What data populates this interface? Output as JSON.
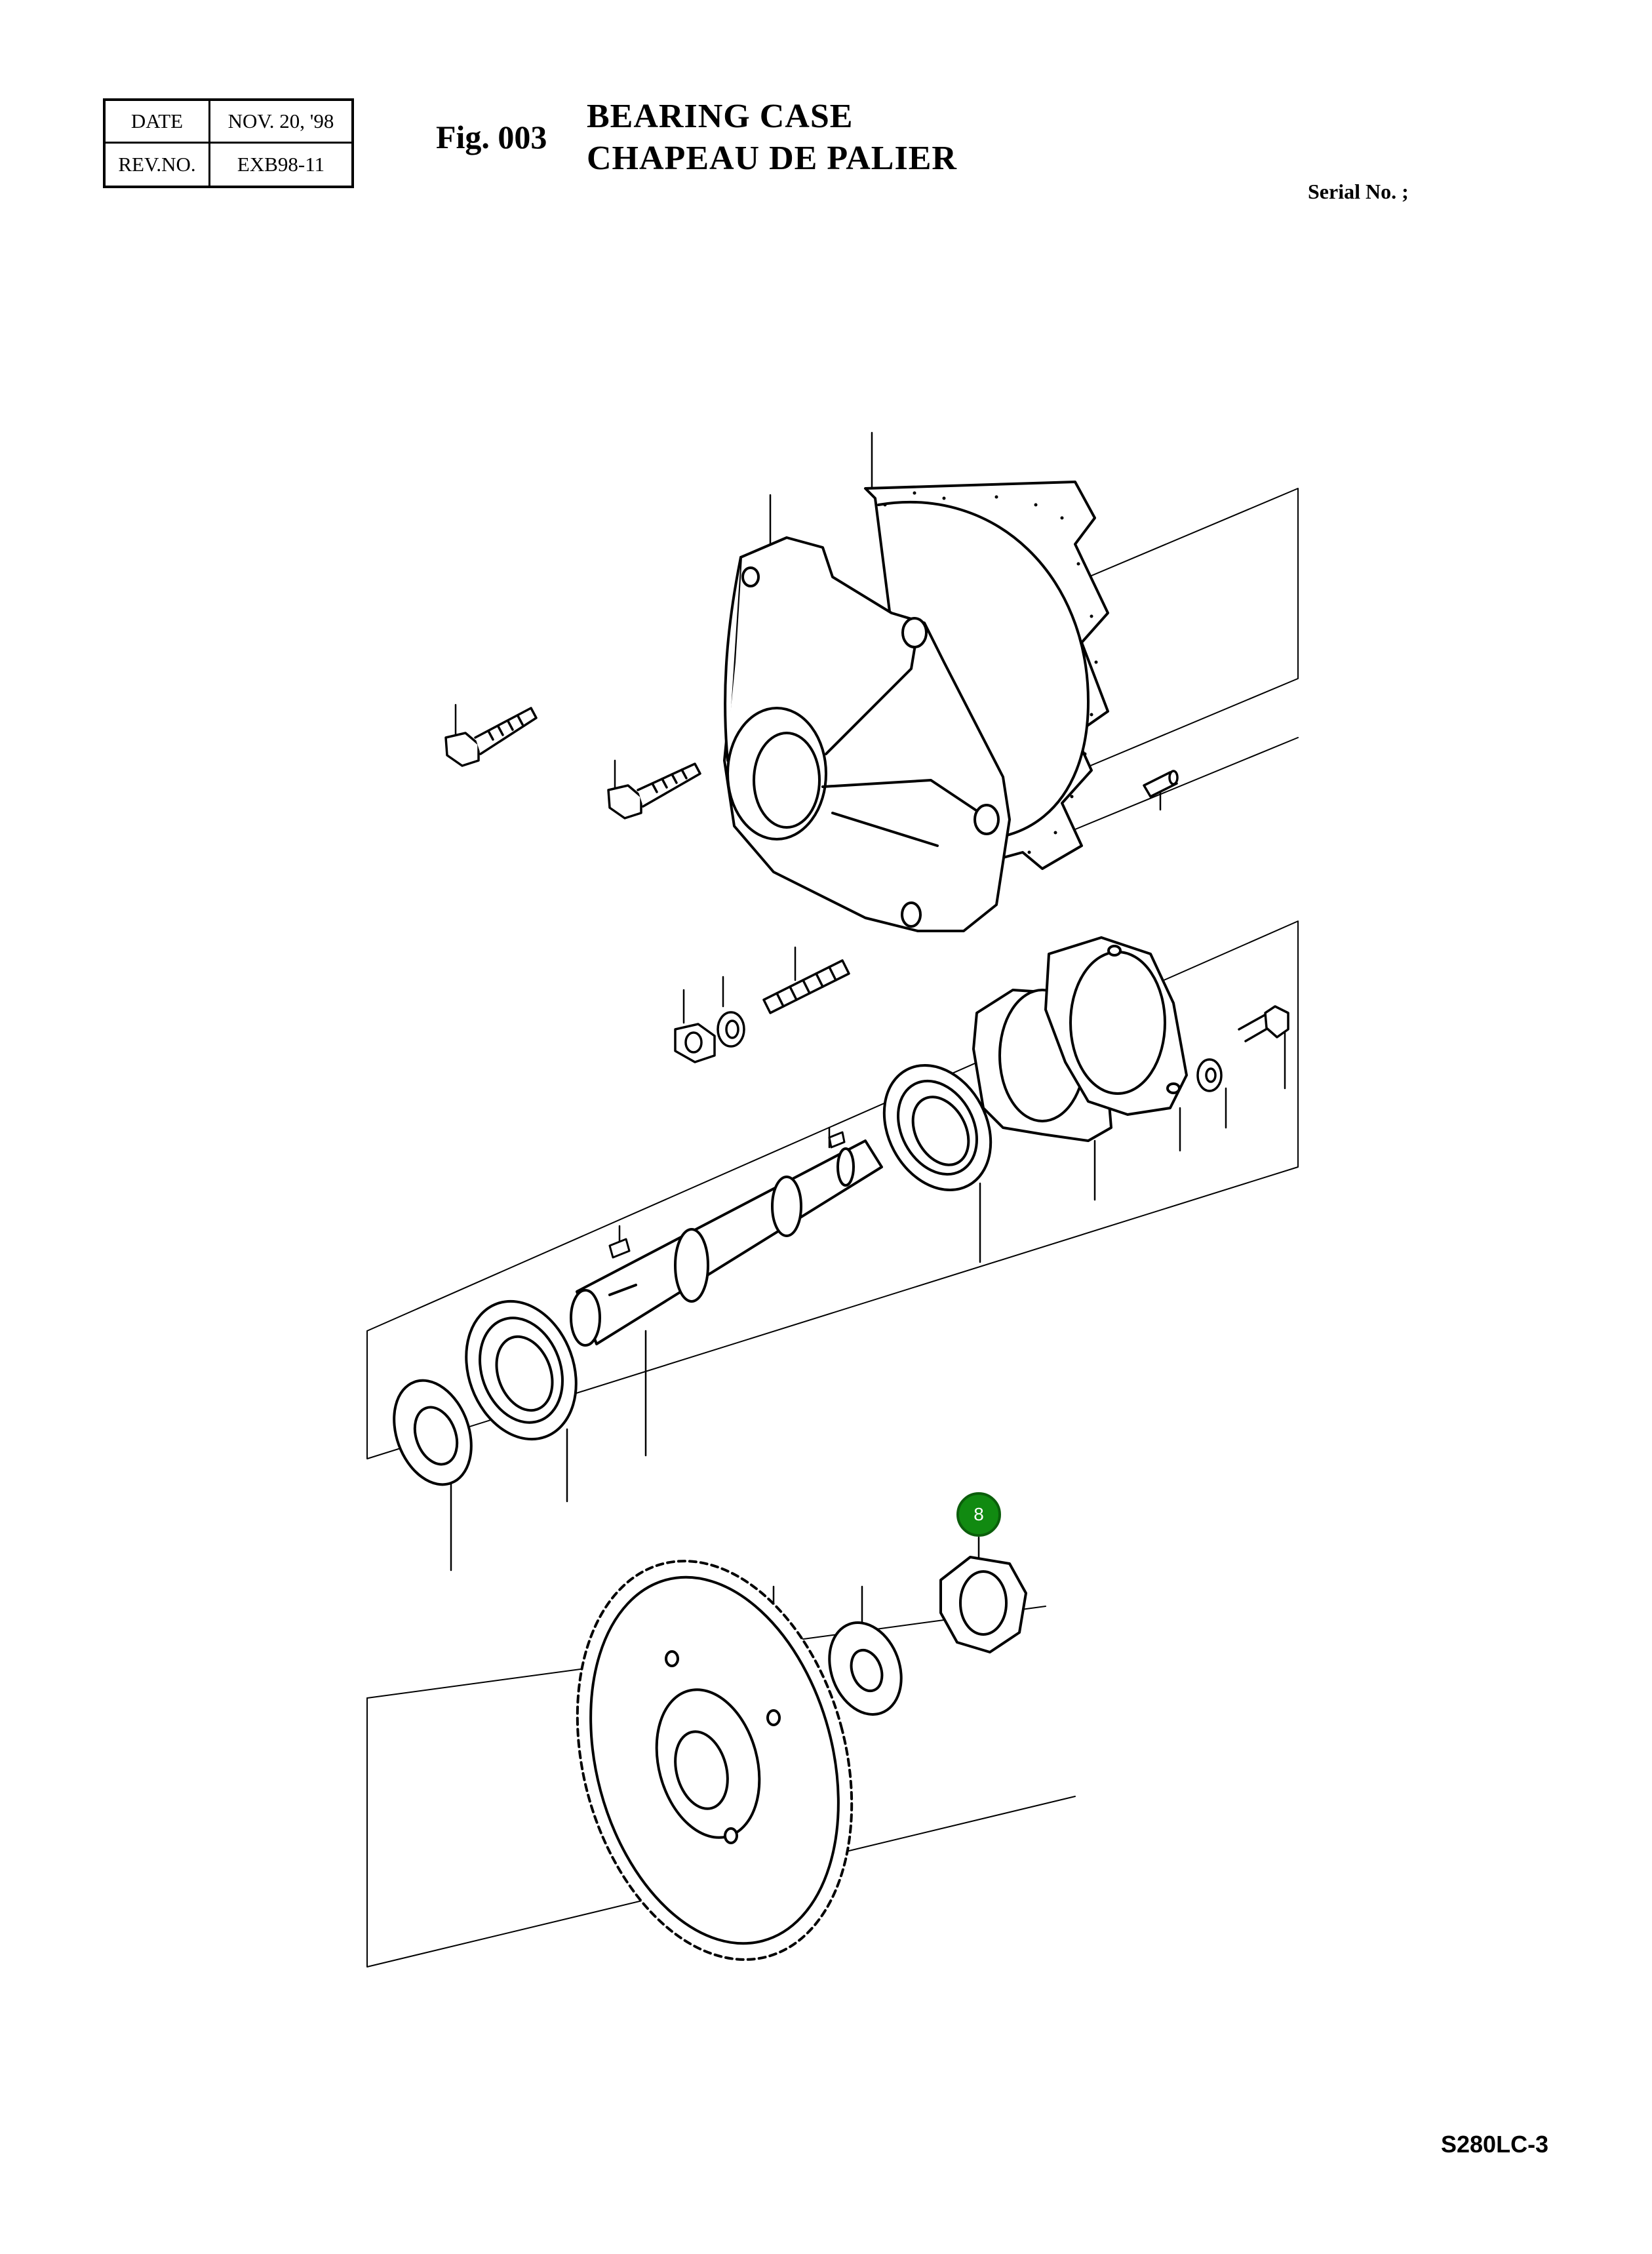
{
  "header": {
    "date_label": "DATE",
    "date_value": "NOV. 20, '98",
    "rev_label": "REV.NO.",
    "rev_value": "EXB98-11"
  },
  "figure": {
    "number": "Fig. 003",
    "title_en": "BEARING CASE",
    "title_fr": "CHAPEAU DE PALIER",
    "serial": "Serial No. ;"
  },
  "footer": {
    "model": "S280LC-3"
  },
  "callout": {
    "label": "8",
    "color": "#118a11"
  }
}
